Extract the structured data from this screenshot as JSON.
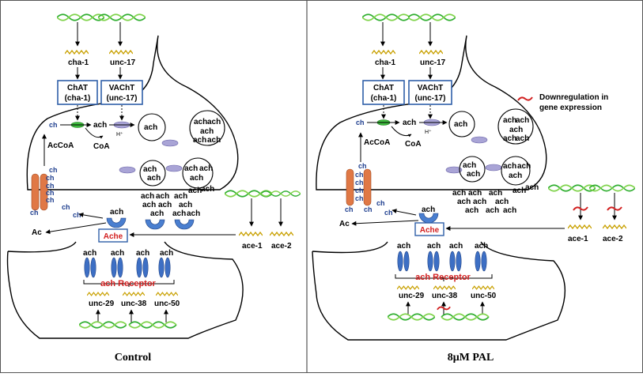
{
  "panels": [
    {
      "title": "Control",
      "genes_top": [
        "cha-1",
        "unc-17"
      ],
      "box_chat": [
        "ChAT",
        "(cha-1)"
      ],
      "box_vacht": [
        "VAChT",
        "(unc-17)"
      ],
      "ach": "ach",
      "ch": "ch",
      "hplus": "H⁺",
      "acoa": "AcCoA",
      "coa": "CoA",
      "ache": "Ache",
      "ac": "Ac",
      "genes_ace": [
        "ace-1",
        "ace-2"
      ],
      "receptor": "ach Receptor",
      "genes_bottom": [
        "unc-29",
        "unc-38",
        "unc-50"
      ]
    },
    {
      "title": "8μM PAL",
      "genes_top": [
        "cha-1",
        "unc-17"
      ],
      "box_chat": [
        "ChAT",
        "(cha-1)"
      ],
      "box_vacht": [
        "VAChT",
        "(unc-17)"
      ],
      "ach": "ach",
      "ch": "ch",
      "hplus": "H⁺",
      "acoa": "AcCoA",
      "coa": "CoA",
      "ache": "Ache",
      "ac": "Ac",
      "genes_ace": [
        "ace-1",
        "ace-2"
      ],
      "receptor": "ach Receptor",
      "genes_bottom": [
        "unc-29",
        "unc-38",
        "unc-50"
      ]
    }
  ],
  "legend": {
    "label_line1": "Downregulation in",
    "label_line2": "gene expression"
  },
  "colors": {
    "box_border": "#2f5fa8",
    "receptor": "#3d6fc4",
    "enzyme": "#4a7fd0",
    "red": "#d21f1f",
    "vesicle": "#a9a4d6",
    "dna_green": "#2fae2f",
    "mrna": "#c8a000",
    "transporter": "#e07845"
  }
}
